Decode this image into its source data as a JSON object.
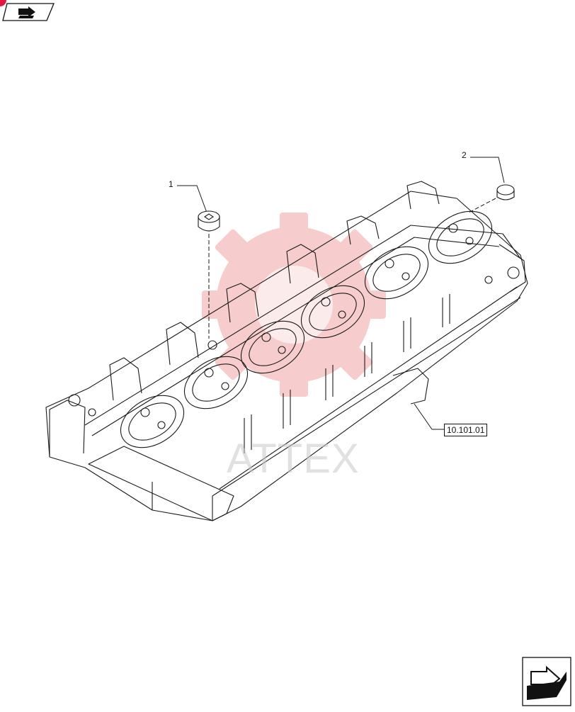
{
  "callouts": [
    {
      "number": "1"
    },
    {
      "number": "2"
    }
  ],
  "reference": {
    "text": "10.101.01"
  },
  "watermark": {
    "text": "ATTEX",
    "color": "#e23a3a"
  },
  "icons": {
    "top_left": "page-turn-arrow-icon",
    "bottom_right": "next-page-arrow-icon"
  },
  "colors": {
    "line": "#1a1a1a",
    "watermark_red": "#e85a5a",
    "badge_red": "#e3173b"
  }
}
